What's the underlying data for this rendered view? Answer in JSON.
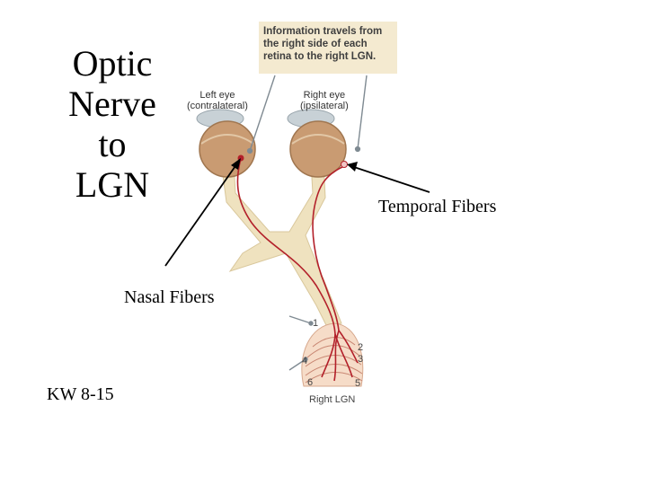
{
  "slide": {
    "title_lines": [
      "Optic",
      "Nerve",
      "to",
      "LGN"
    ],
    "labels": {
      "temporal": "Temporal Fibers",
      "nasal": "Nasal Fibers",
      "reference": "KW 8-15"
    }
  },
  "figure": {
    "info_box_lines": [
      "Information travels from",
      "the right side of each",
      "retina to the right LGN."
    ],
    "left_eye": {
      "line1": "Left eye",
      "line2": "(contralateral)"
    },
    "right_eye": {
      "line1": "Right eye",
      "line2": "(ipsilateral)"
    },
    "lgn_layer_numbers": [
      "1",
      "2",
      "3",
      "4",
      "5",
      "6"
    ],
    "lgn_label": "Right LGN"
  },
  "colors": {
    "fiber_red": "#b3202a",
    "eye_tan": "#c99b72",
    "tract_beige": "#efe2bf",
    "info_box_bg": "#f4ead0"
  }
}
